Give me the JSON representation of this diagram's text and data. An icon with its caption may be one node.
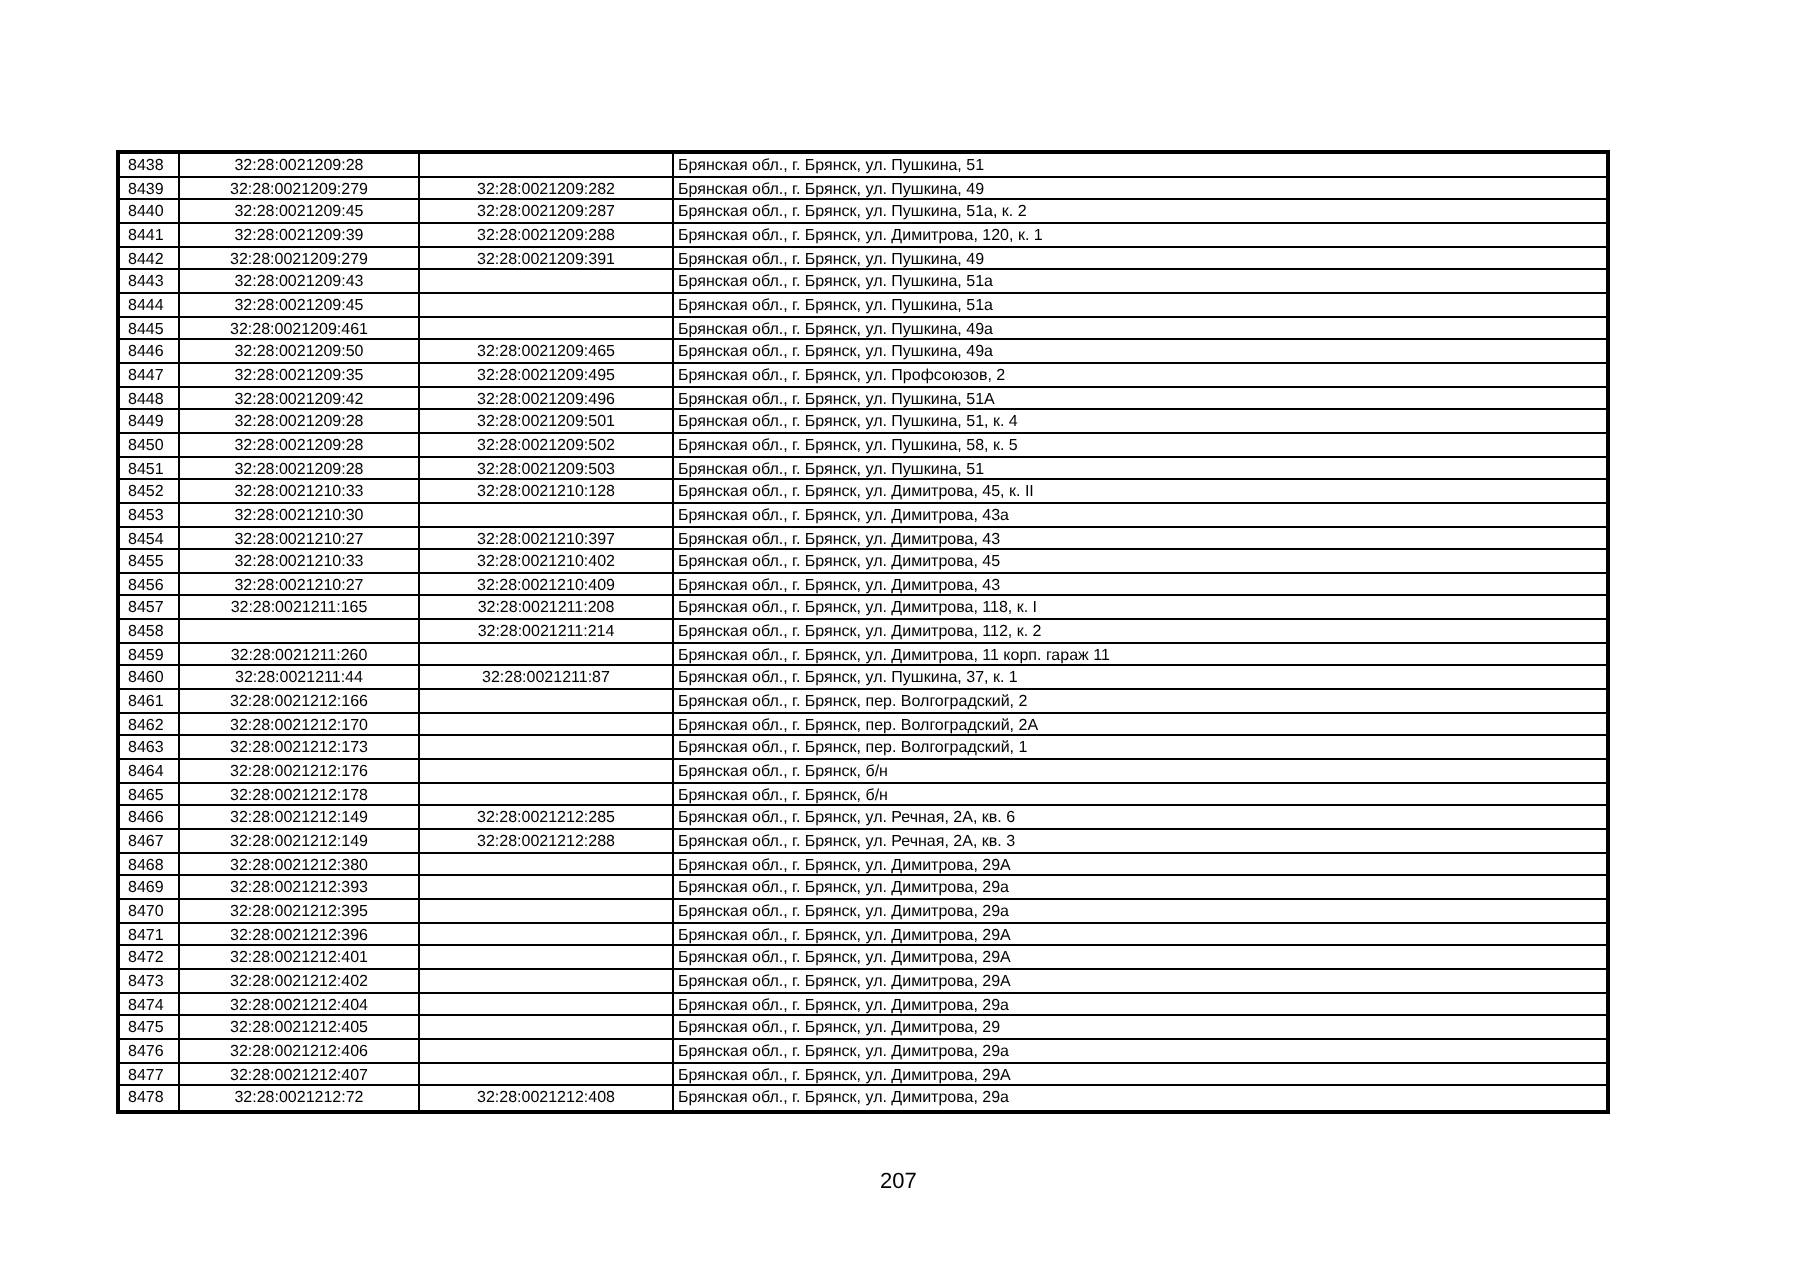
{
  "diagram": {
    "labels": [
      "8438",
      "32:28:0021209:28",
      "Брянская обл., г. Брянск, ул. Пушкина, 51",
      "8439",
      "32:28:0021209:279",
      "32:28:0021209:282",
      "Брянская обл., г. Брянск, ул. Пушкина, 49",
      "8440",
      "32:28:0021209:45",
      "32:28:0021209:287",
      "Брянская обл., г. Брянск, ул. Пушкина, 51а, к. 2",
      "8441",
      "32:28:0021209:39",
      "32:28:0021209:288",
      "Брянская обл., г. Брянск, ул. Димитрова, 120, к. 1",
      "8442",
      "32:28:0021209:279",
      "32:28:0021209:391",
      "Брянская обл., г. Брянск, ул. Пушкина, 49",
      "8443",
      "32:28:0021209:43",
      "Брянская обл., г. Брянск, ул. Пушкина, 51а",
      "8444",
      "32:28:0021209:45",
      "Брянская обл., г. Брянск, ул. Пушкина, 51а",
      "8445",
      "32:28:0021209:461",
      "Брянская обл., г. Брянск, ул. Пушкина, 49а",
      "8446",
      "32:28:0021209:50",
      "32:28:0021209:465",
      "Брянская обл., г. Брянск, ул. Пушкина, 49а",
      "8447",
      "32:28:0021209:35",
      "32:28:0021209:495",
      "Брянская обл., г. Брянск, ул. Профсоюзов, 2",
      "8448",
      "32:28:0021209:42",
      "32:28:0021209:496",
      "Брянская обл., г. Брянск, ул. Пушкина, 51А",
      "8449",
      "32:28:0021209:28",
      "32:28:0021209:501",
      "Брянская обл., г. Брянск, ул. Пушкина, 51, к. 4",
      "8450",
      "32:28:0021209:28",
      "32:28:0021209:502",
      "Брянская обл., г. Брянск, ул. Пушкина, 58, к. 5",
      "8451",
      "32:28:0021209:28",
      "32:28:0021209:503",
      "Брянская обл., г. Брянск, ул. Пушкина, 51",
      "8452",
      "32:28:0021210:33",
      "32:28:0021210:128",
      "Брянская обл., г. Брянск, ул. Димитрова, 45, к. II",
      "8453",
      "32:28:0021210:30",
      "Брянская обл., г. Брянск, ул. Димитрова, 43а",
      "8454",
      "32:28:0021210:27",
      "32:28:0021210:397",
      "Брянская обл., г. Брянск, ул. Димитрова, 43",
      "8455",
      "32:28:0021210:33",
      "32:28:0021210:402",
      "Брянская обл., г. Брянск, ул. Димитрова, 45",
      "8456",
      "32:28:0021210:27",
      "32:28:0021210:409",
      "Брянская обл., г. Брянск, ул. Димитрова, 43",
      "8457",
      "32:28:0021211:165",
      "32:28:0021211:208",
      "Брянская обл., г. Брянск, ул. Димитрова, 118, к. I",
      "8458",
      "32:28:0021211:214",
      "Брянская обл., г. Брянск, ул. Димитрова, 112, к. 2",
      "8459",
      "32:28:0021211:260",
      "Брянская обл., г. Брянск, ул. Димитрова, 11 корп. гараж 11",
      "8460",
      "32:28:0021211:44",
      "32:28:0021211:87",
      "Брянская обл., г. Брянск, ул. Пушкина, 37, к. 1",
      "8461",
      "32:28:0021212:166",
      "Брянская обл., г. Брянск, пер. Волгоградский, 2",
      "8462",
      "32:28:0021212:170",
      "Брянская обл., г. Брянск, пер. Волгоградский, 2А",
      "8463",
      "32:28:0021212:173",
      "Брянская обл., г. Брянск, пер. Волгоградский, 1",
      "8464",
      "32:28:0021212:176",
      "Брянская обл., г. Брянск, б/н",
      "8465",
      "32:28:0021212:178",
      "Брянская обл., г. Брянск, б/н",
      "8466",
      "32:28:0021212:149",
      "32:28:0021212:285",
      "Брянская обл., г. Брянск, ул. Речная, 2А, кв. 6",
      "8467",
      "32:28:0021212:149",
      "32:28:0021212:288",
      "Брянская обл., г. Брянск, ул. Речная, 2А, кв. 3",
      "8468",
      "32:28:0021212:380",
      "Брянская обл., г. Брянск, ул. Димитрова, 29А",
      "8469",
      "32:28:0021212:393",
      "Брянская обл., г. Брянск, ул. Димитрова, 29а",
      "8470",
      "32:28:0021212:395",
      "Брянская обл., г. Брянск, ул. Димитрова, 29а",
      "8471",
      "32:28:0021212:396",
      "Брянская обл., г. Брянск, ул. Димитрова, 29А",
      "8472",
      "32:28:0021212:401",
      "Брянская обл., г. Брянск, ул. Димитрова, 29А",
      "8473",
      "32:28:0021212:402",
      "Брянская обл., г. Брянск, ул. Димитрова, 29А",
      "8474",
      "32:28:0021212:404",
      "Брянская обл., г. Брянск, ул. Димитрова, 29а",
      "8475",
      "32:28:0021212:405",
      "Брянская обл., г. Брянск, ул. Димитрова, 29",
      "8476",
      "32:28:0021212:406",
      "Брянская обл., г. Брянск, ул. Димитрова, 29а",
      "8477",
      "32:28:0021212:407",
      "Брянская обл., г. Брянск, ул. Димитрова, 29А",
      "8478",
      "32:28:0021212:72",
      "32:28:0021212:408",
      "Брянская обл., г. Брянск, ул. Димитрова, 29а",
      "207"
    ]
  }
}
